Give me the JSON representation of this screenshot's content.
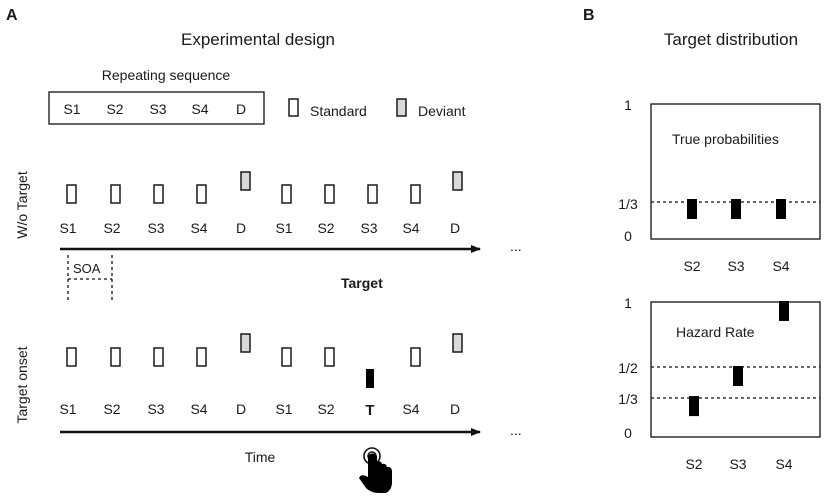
{
  "panel_a": {
    "letter": "A",
    "title": "Experimental design",
    "repeating_sequence_label": "Repeating sequence",
    "sequence": [
      "S1",
      "S2",
      "S3",
      "S4",
      "D"
    ],
    "legend": {
      "standard": "Standard",
      "deviant": "Deviant"
    },
    "row1_label": "W/o Target",
    "row1_stimuli": [
      "S1",
      "S2",
      "S3",
      "S4",
      "D",
      "S1",
      "S2",
      "S3",
      "S4",
      "D"
    ],
    "soa_label": "SOA",
    "target_label": "Target",
    "row2_label": "Target onset",
    "row2_stimuli": [
      "S1",
      "S2",
      "S3",
      "S4",
      "D",
      "S1",
      "S2",
      "T",
      "S4",
      "D"
    ],
    "time_label": "Time",
    "ellipsis": "..."
  },
  "panel_b": {
    "letter": "B",
    "title": "Target distribution",
    "top": {
      "inner_title": "True probabilities",
      "y_ticks": [
        "1",
        "1/3",
        "0"
      ],
      "categories": [
        "S2",
        "S3",
        "S4"
      ],
      "values": [
        0.333,
        0.333,
        0.333
      ]
    },
    "bottom": {
      "inner_title": "Hazard Rate",
      "y_ticks": [
        "1",
        "1/2",
        "1/3",
        "0"
      ],
      "categories": [
        "S2",
        "S3",
        "S4"
      ],
      "values": [
        0.333,
        0.5,
        1.0
      ]
    }
  }
}
